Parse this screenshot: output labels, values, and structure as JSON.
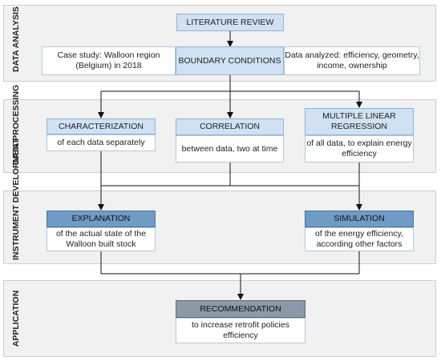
{
  "bands": {
    "analysis": "DATA ANALYSIS",
    "processing": "DATA PROCESSING",
    "instrument": "INSTRUMENT DEVELOPMENT",
    "application": "APPLICATION"
  },
  "boxes": {
    "literature_review": "LITERATURE REVIEW",
    "case_study": "Case study: Walloon region (Belgium) in 2018",
    "boundary_conditions": "BOUNDARY CONDITIONS",
    "data_analyzed": "Data analyzed: efficiency, geometry, income, ownership",
    "characterization": "CHARACTERIZATION",
    "characterization_sub": "of each data separately",
    "correlation": "CORRELATION",
    "correlation_sub": "between data, two at time",
    "regression": "MULTIPLE LINEAR REGRESSION",
    "regression_sub": "of all data, to explain energy efficiency",
    "explanation": "EXPLANATION",
    "explanation_sub": "of the actual state of the Walloon built stock",
    "simulation": "SIMULATION",
    "simulation_sub": "of the energy efficiency, according other factors",
    "recommendation": "RECOMMENDATION",
    "recommendation_sub": "to increase retrofit policies efficiency"
  },
  "colors": {
    "band_bg": "#f1f1f1",
    "head_light": "#cfe1f2",
    "head_mid": "#6f9bc4",
    "head_dark": "#8a9aa8",
    "connector": "#111111"
  }
}
